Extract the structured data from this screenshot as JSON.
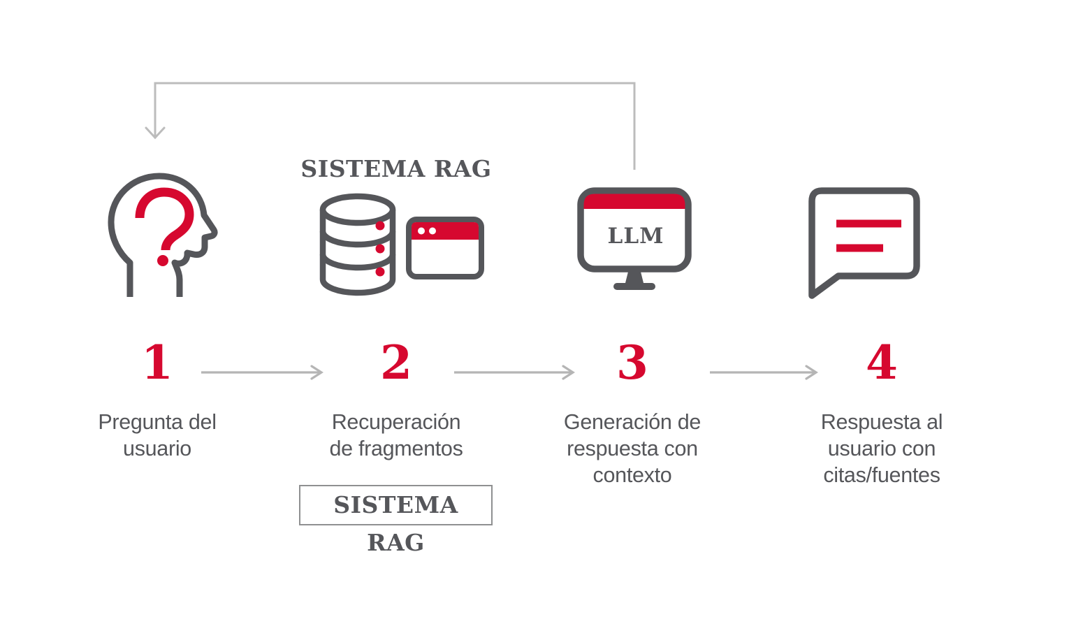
{
  "title_top": "SISTEMA RAG",
  "badge": "SISTEMA RAG",
  "llm_label": "LLM",
  "steps": [
    {
      "number": "1",
      "icon": "user-head-question-icon",
      "label_lines": [
        "Pregunta del",
        "usuario"
      ]
    },
    {
      "number": "2",
      "icon": "database-browser-icon",
      "label_lines": [
        "Recuperación",
        "de fragmentos"
      ]
    },
    {
      "number": "3",
      "icon": "llm-monitor-icon",
      "label_lines": [
        "Generación de",
        "respuesta con",
        "contexto"
      ]
    },
    {
      "number": "4",
      "icon": "chat-bubble-icon",
      "label_lines": [
        "Respuesta al",
        "usuario con",
        "citas/fuentes"
      ]
    }
  ],
  "colors": {
    "accent_red": "#d6082f",
    "icon_dark_gray": "#55565a",
    "step_arrow_gray": "#b5b5b5",
    "feedback_arrow_gray": "#bcbcbc",
    "badge_border_gray": "#8f9091"
  }
}
